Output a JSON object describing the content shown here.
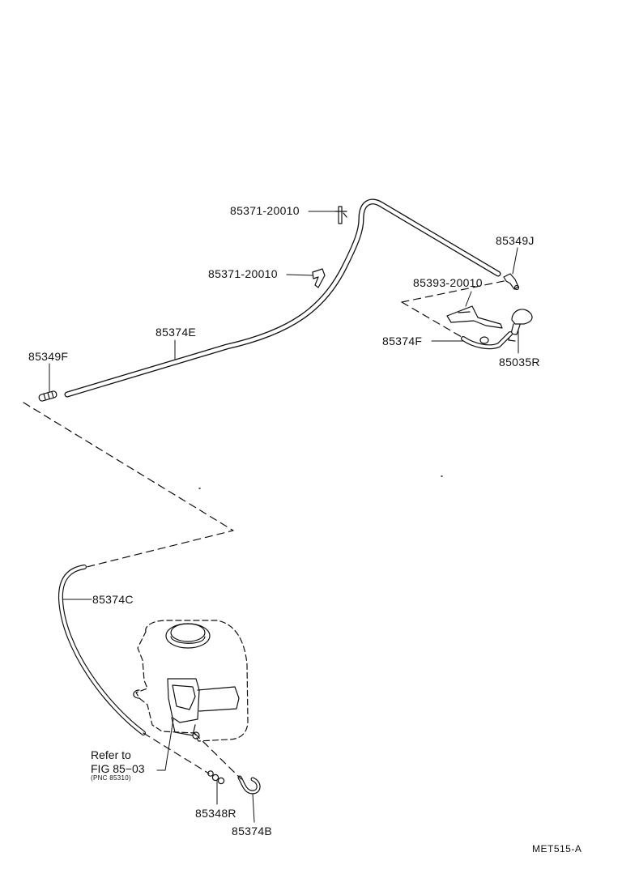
{
  "labels": {
    "clip_upper": "85371-20010",
    "clip_lower": "85371-20010",
    "joint_j": "85349J",
    "bracket": "85393-20010",
    "hose_e": "85374E",
    "hose_f": "85374F",
    "nozzle": "85035R",
    "joint_f": "85349F",
    "hose_c": "85374C",
    "refer_line1": "Refer to",
    "refer_line2": "FIG 85−03",
    "refer_line3": "(PNC 85310)",
    "joint_r": "85348R",
    "hose_b": "85374B"
  },
  "drawing_code": "MET515-A",
  "colors": {
    "ink": "#111111",
    "paper": "#ffffff"
  }
}
